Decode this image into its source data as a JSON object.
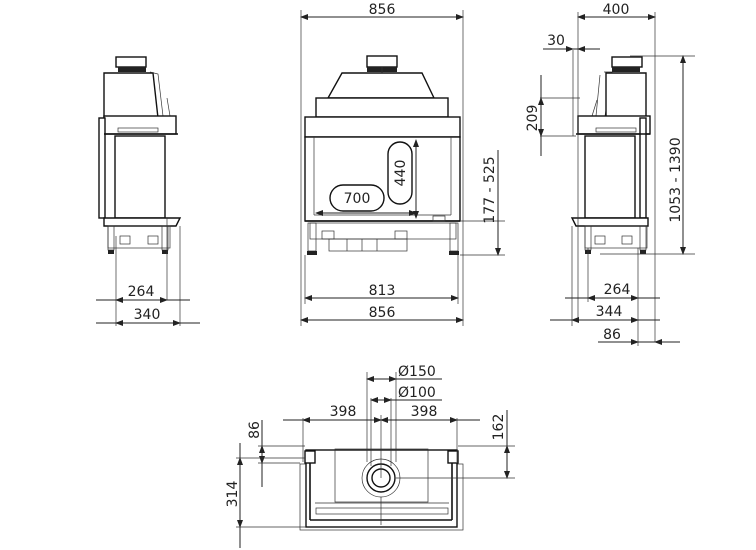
{
  "drawing": {
    "title": "Fireplace insert technical dimensions",
    "units": "mm",
    "views": {
      "left_side": {
        "dims": {
          "depth_inner": "264",
          "depth_outer": "340"
        }
      },
      "front": {
        "dims": {
          "overall_width_top": "856",
          "overall_width_bottom": "856",
          "inner_width": "813",
          "glass_width": "700",
          "glass_height": "440",
          "base_height_range": "177 - 525"
        }
      },
      "right_side": {
        "dims": {
          "overall_depth_top": "400",
          "offset_top": "30",
          "collar_height": "209",
          "total_height_range": "1053 - 1390",
          "depth_inner": "264",
          "depth_mid": "344",
          "rear_offset": "86"
        }
      },
      "top": {
        "dims": {
          "flue_outer": "150",
          "flue_inner": "100",
          "diameter_symbol": "Ø",
          "left_to_center": "398",
          "right_to_center": "398",
          "front_offset": "86",
          "flue_depth": "162",
          "overall_depth": "314"
        }
      }
    }
  }
}
